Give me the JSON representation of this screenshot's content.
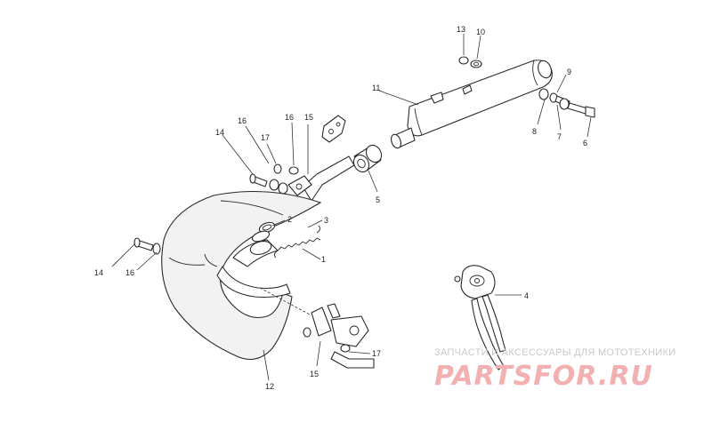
{
  "callouts": {
    "c1": "1",
    "c2": "2",
    "c3": "3",
    "c4": "4",
    "c5": "5",
    "c6": "6",
    "c7": "7",
    "c8": "8",
    "c9": "9",
    "c10": "10",
    "c11": "11",
    "c12": "12",
    "c13": "13",
    "c14a": "14",
    "c14b": "14",
    "c15a": "15",
    "c15b": "15",
    "c16a": "16",
    "c16b": "16",
    "c16c": "16",
    "c17a": "17",
    "c17b": "17"
  },
  "watermark": {
    "tagline": "ЗАПЧАСТИ И АКСЕССУАРЫ ДЛЯ МОТОТЕХНИКИ",
    "logo": "PARTSFOR.RU"
  },
  "colors": {
    "line": "#2a2a2a",
    "watermark_logo": "#f2b0b0",
    "watermark_text": "#c9c9c9"
  }
}
